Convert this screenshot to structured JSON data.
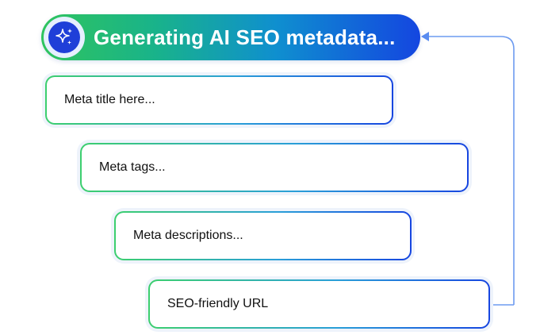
{
  "header": {
    "title": "Generating AI SEO metadata...",
    "icon": "sparkles-icon"
  },
  "fields": [
    {
      "label": "Meta title here..."
    },
    {
      "label": "Meta tags..."
    },
    {
      "label": "Meta descriptions..."
    },
    {
      "label": "SEO-friendly URL"
    }
  ],
  "colors": {
    "gradient_start": "#2fc45e",
    "gradient_end": "#1446e0",
    "connector": "#6d9bf0"
  }
}
